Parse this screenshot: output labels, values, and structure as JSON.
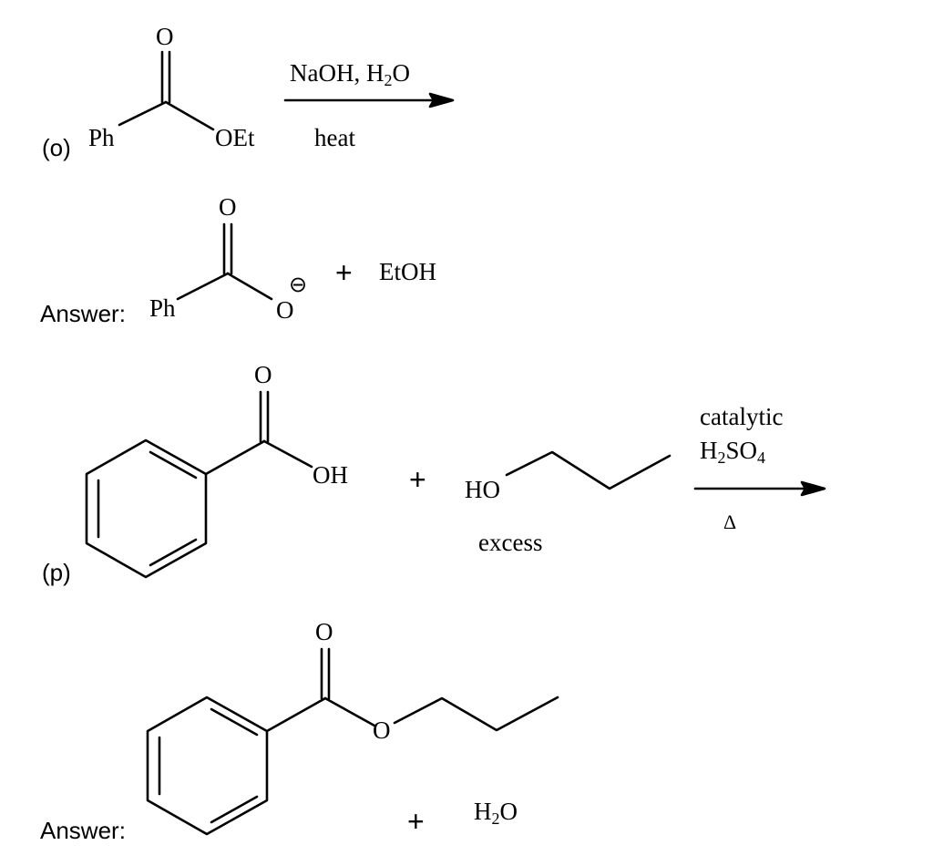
{
  "problem_o": {
    "label": "(o)",
    "reactant": {
      "carbonyl_o": "O",
      "ph": "Ph",
      "oet": "OEt"
    },
    "reagents_above": {
      "naoh": "NaOH, H",
      "sub2": "2",
      "o": "O"
    },
    "reagents_below": "heat",
    "answer_label": "Answer:",
    "product": {
      "carbonyl_o": "O",
      "ph": "Ph",
      "o_minus": "O",
      "charge": "⊖",
      "plus": "+",
      "coproduct": "EtOH"
    }
  },
  "problem_p": {
    "label": "(p)",
    "acid": {
      "carbonyl_o": "O",
      "oh": "OH"
    },
    "plus": "+",
    "alcohol": {
      "ho": "HO",
      "note": "excess"
    },
    "reagents_above": {
      "line1": "catalytic",
      "h": "H",
      "sub2": "2",
      "so": "SO",
      "sub4": "4"
    },
    "reagents_below": "Δ",
    "answer_label": "Answer:",
    "product": {
      "carbonyl_o": "O",
      "ester_o": "O",
      "plus": "+",
      "h": "H",
      "sub2": "2",
      "o": "O"
    }
  },
  "colors": {
    "ink": "#000000",
    "background": "#ffffff"
  }
}
